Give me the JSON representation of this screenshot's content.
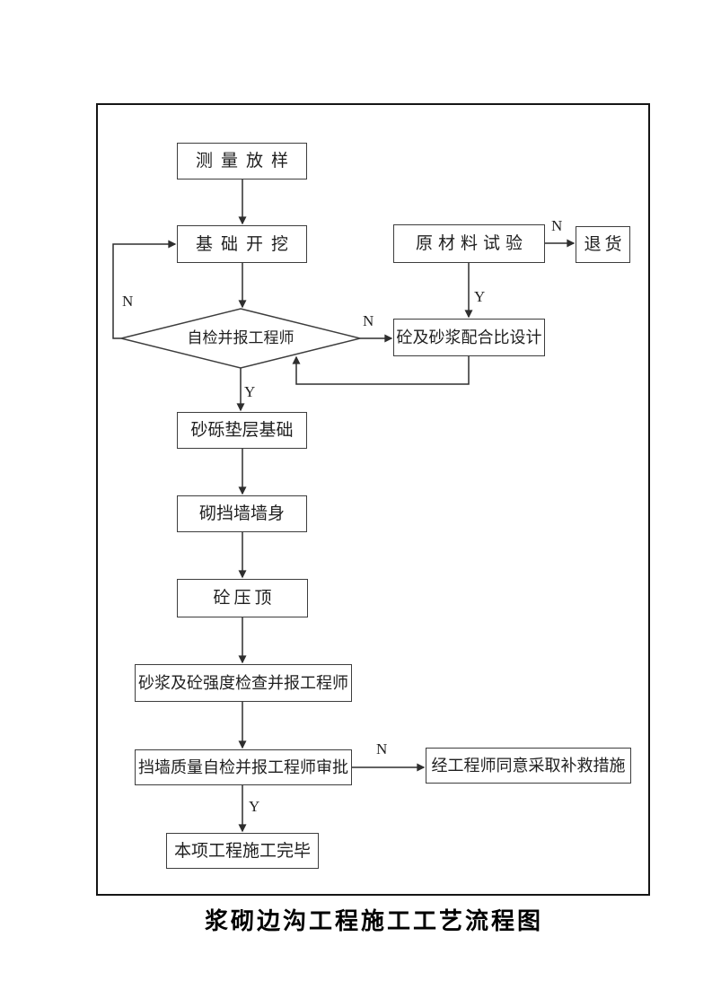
{
  "title": "浆砌边沟工程施工工艺流程图",
  "flowchart": {
    "nodes": {
      "survey": {
        "label": "测量放样"
      },
      "excavation": {
        "label": "基础开挖"
      },
      "raw_material_test": {
        "label": "原材料试验"
      },
      "return_goods": {
        "label": "退货"
      },
      "self_check_decision": {
        "label": "自检并报工程师"
      },
      "mix_design": {
        "label": "砼及砂浆配合比设计"
      },
      "gravel_cushion": {
        "label": "砂砾垫层基础"
      },
      "masonry_wall_body": {
        "label": "砌挡墙墙身"
      },
      "concrete_coping": {
        "label": "砼压顶"
      },
      "strength_check": {
        "label": "砂浆及砼强度检查并报工程师"
      },
      "quality_approval": {
        "label": "挡墙质量自检并报工程师审批"
      },
      "remedial_measures": {
        "label": "经工程师同意采取补救措施"
      },
      "completion": {
        "label": "本项工程施工完毕"
      }
    },
    "branch_labels": {
      "raw_material_fail": "N",
      "raw_material_pass": "Y",
      "self_check_fail_right": "N",
      "self_check_fail_left": "N",
      "self_check_pass": "Y",
      "quality_fail": "N",
      "quality_pass": "Y"
    },
    "colors": {
      "line": "#2e2e2e",
      "node_border": "#3d3d3d",
      "frame_border": "#151515",
      "text": "#1f1f1f",
      "background": "#ffffff"
    }
  }
}
